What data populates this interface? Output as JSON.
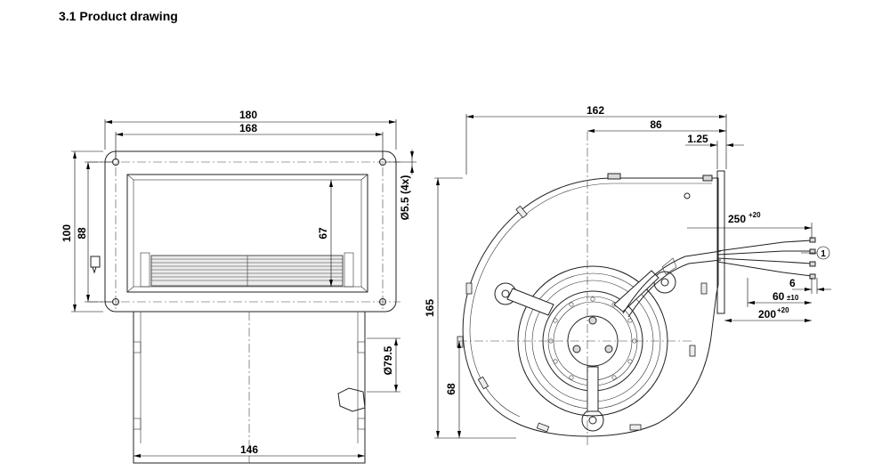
{
  "title": "3.1 Product drawing",
  "front_view": {
    "dim_180": "180",
    "dim_168": "168",
    "dim_100": "100",
    "dim_88": "88",
    "dim_67": "67",
    "dim_hole": "Ø5.5 (4x)",
    "dim_795": "Ø79.5",
    "dim_146": "146"
  },
  "side_view": {
    "dim_162": "162",
    "dim_86": "86",
    "dim_125": "1.25",
    "dim_250": "250",
    "dim_250_tol": "+20",
    "dim_6": "6",
    "dim_60": "60",
    "dim_60_tol": "±10",
    "dim_200": "200",
    "dim_200_tol": "+20",
    "dim_165": "165",
    "dim_68": "68",
    "callout_1": "1"
  }
}
